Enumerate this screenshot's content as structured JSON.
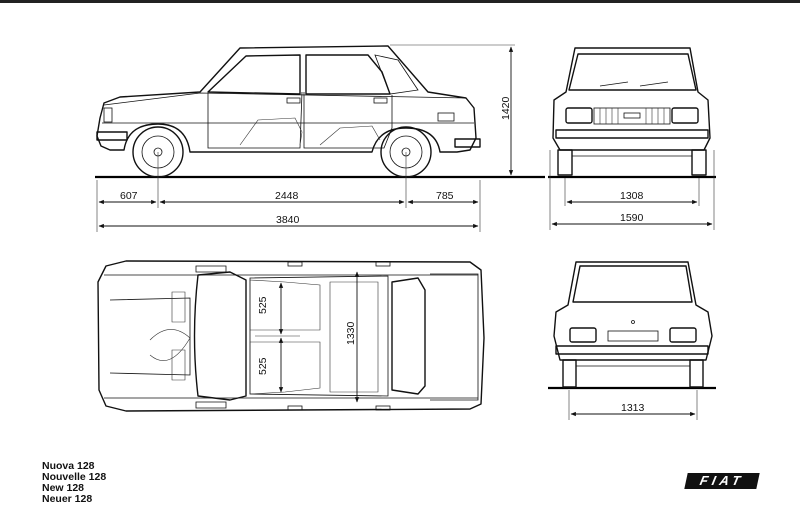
{
  "dimensions": {
    "front_overhang": "607",
    "wheelbase": "2448",
    "rear_overhang": "785",
    "overall_length": "3840",
    "height": "1420",
    "front_track": "1308",
    "overall_width": "1590",
    "rear_track": "1313",
    "interior_width": "1330",
    "seat_width_left": "525",
    "seat_width_right": "525"
  },
  "caption": {
    "line1": "Nuova  128",
    "line2": "Nouvelle 128",
    "line3": "New  128",
    "line4": "Neuer 128"
  },
  "logo": "FIAT"
}
